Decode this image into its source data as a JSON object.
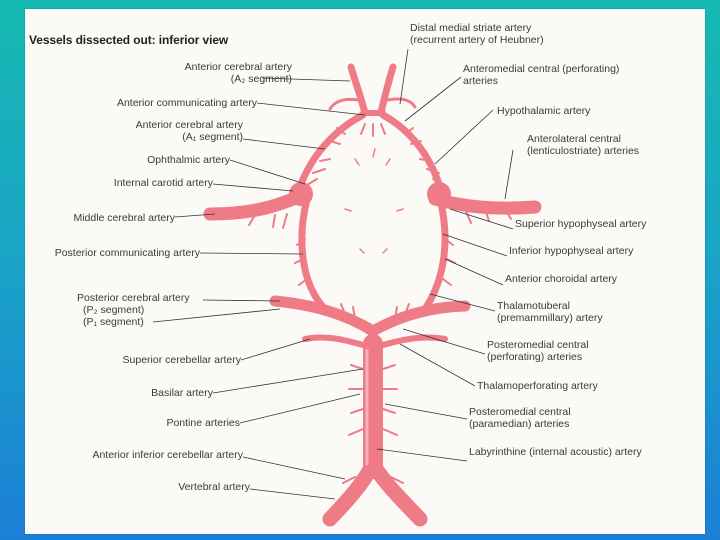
{
  "title": "Vessels dissected out: inferior view",
  "colors": {
    "artery": "#ee7b86",
    "artery_dark": "#c9525f",
    "background": "#fbfaf7",
    "leader": "#333333"
  },
  "labels_left": [
    {
      "lines": [
        "Anterior cerebral artery",
        "(A₂ segment)"
      ]
    },
    {
      "lines": [
        "Anterior communicating artery"
      ]
    },
    {
      "lines": [
        "Anterior cerebral artery",
        "(A₁ segment)"
      ]
    },
    {
      "lines": [
        "Ophthalmic artery"
      ]
    },
    {
      "lines": [
        "Internal carotid artery"
      ]
    },
    {
      "lines": [
        "Middle cerebral artery"
      ]
    },
    {
      "lines": [
        "Posterior communicating artery"
      ]
    },
    {
      "lines": [
        "Posterior cerebral artery",
        "(P₂ segment)",
        "(P₁ segment)"
      ]
    },
    {
      "lines": [
        "Superior cerebellar artery"
      ]
    },
    {
      "lines": [
        "Basilar artery"
      ]
    },
    {
      "lines": [
        "Pontine arteries"
      ]
    },
    {
      "lines": [
        "Anterior inferior cerebellar artery"
      ]
    },
    {
      "lines": [
        "Vertebral artery"
      ]
    }
  ],
  "labels_right": [
    {
      "lines": [
        "Distal medial striate artery",
        "(recurrent artery of Heubner)"
      ]
    },
    {
      "lines": [
        "Anteromedial central (perforating)",
        "arteries"
      ]
    },
    {
      "lines": [
        "Hypothalamic artery"
      ]
    },
    {
      "lines": [
        "Anterolateral central",
        "(lenticulostriate) arteries"
      ]
    },
    {
      "lines": [
        "Superior hypophyseal artery"
      ]
    },
    {
      "lines": [
        "Inferior hypophyseal artery"
      ]
    },
    {
      "lines": [
        "Anterior choroidal artery"
      ]
    },
    {
      "lines": [
        "Thalamotuberal",
        "(premammillary) artery"
      ]
    },
    {
      "lines": [
        "Posteromedial central",
        "(perforating) arteries"
      ]
    },
    {
      "lines": [
        "Thalamoperforating artery"
      ]
    },
    {
      "lines": [
        "Posteromedial central",
        "(paramedian) arteries"
      ]
    },
    {
      "lines": [
        "Labyrinthine (internal acoustic) artery"
      ]
    }
  ]
}
